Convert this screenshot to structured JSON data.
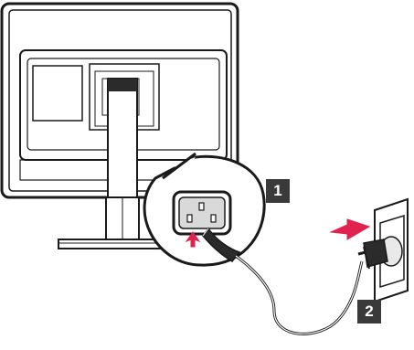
{
  "steps": [
    {
      "number": "1"
    },
    {
      "number": "2"
    }
  ],
  "colors": {
    "outline": "#1a1a1a",
    "panel_fill": "#ffffff",
    "recess_fill": "#d9d9d9",
    "dark_fill": "#2b2b2b",
    "arrow_accent": "#e0234e",
    "badge_fill": "#3a3a3a"
  },
  "icons": [
    "monitor-back-illustration",
    "power-socket-zoom",
    "power-cable",
    "wall-outlet",
    "insert-arrow"
  ]
}
